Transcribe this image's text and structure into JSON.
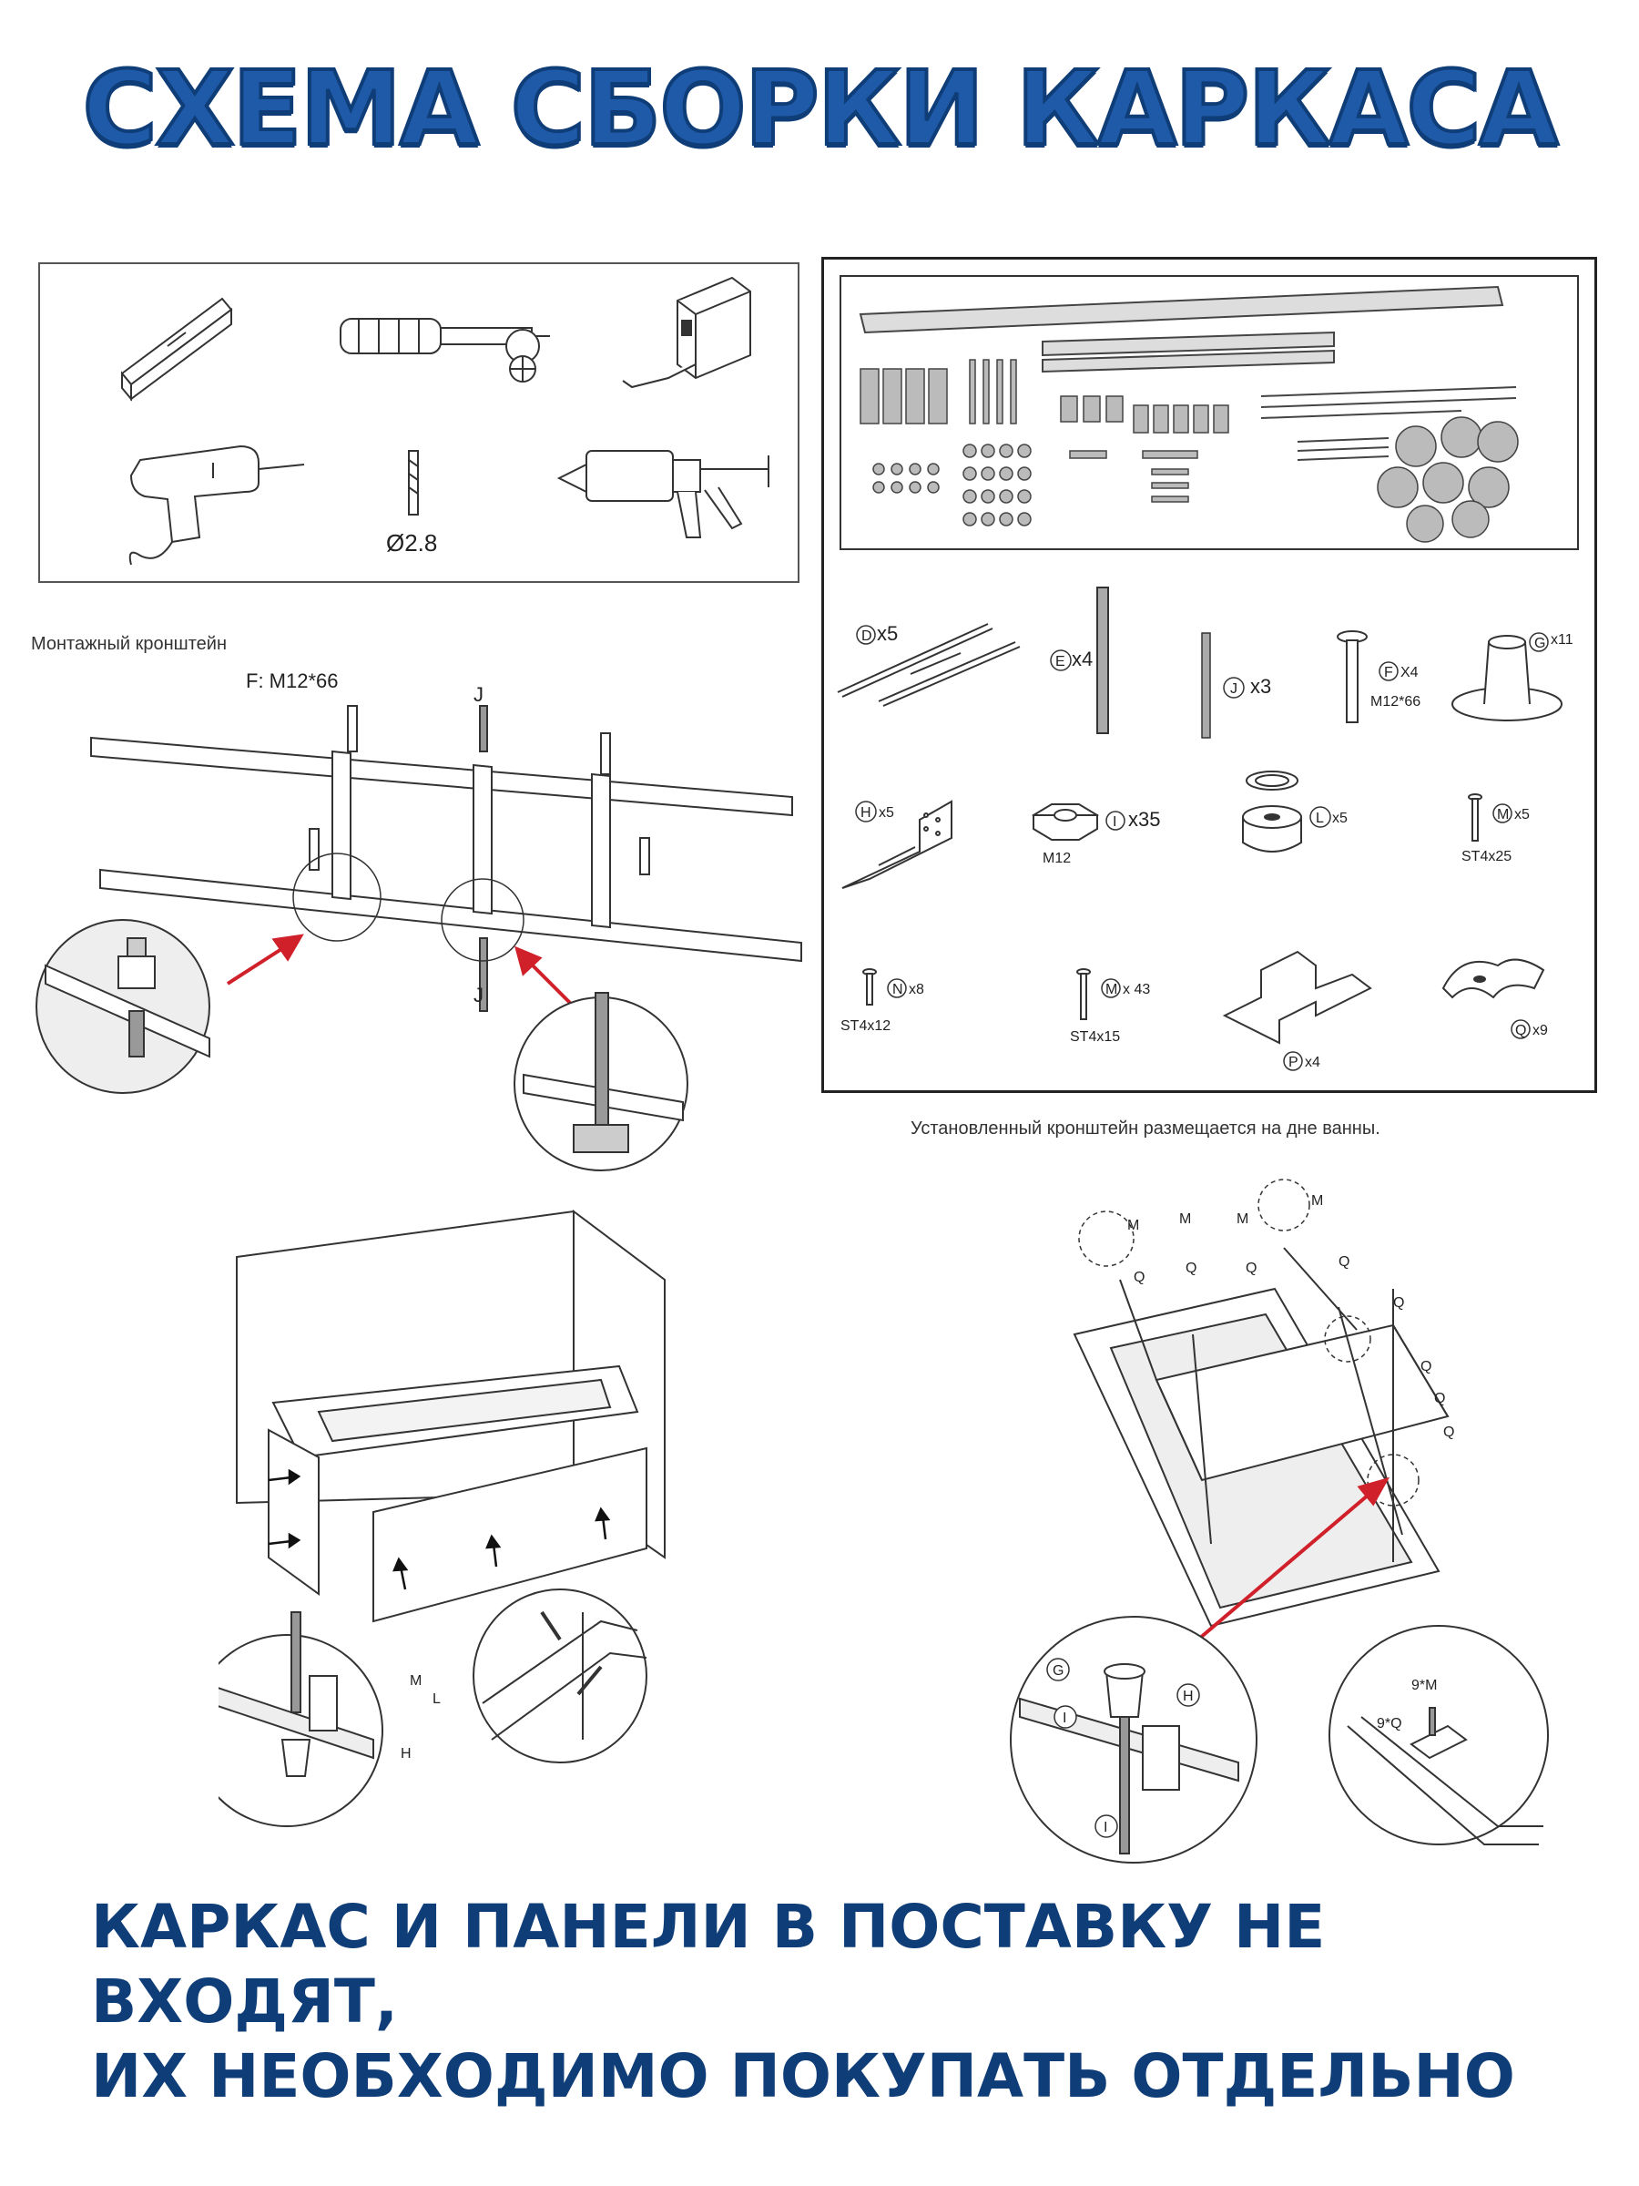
{
  "page": {
    "title": "СХЕМА СБОРКИ КАРКАСА",
    "footer_line1": "КАРКАС И ПАНЕЛИ В ПОСТАВКУ НЕ ВХОДЯТ,",
    "footer_line2": "ИХ НЕОБХОДИМО ПОКУПАТЬ ОТДЕЛЬНО"
  },
  "tools": {
    "drill_bit_label": "Ø2.8"
  },
  "bracket": {
    "caption": "Монтажный кронштейн",
    "bolt_label": "F: M12*66",
    "rod_label_top": "J",
    "rod_label_bottom": "J"
  },
  "parts": {
    "D": {
      "letter": "D",
      "qty": "x5"
    },
    "E": {
      "letter": "E",
      "qty": "x4"
    },
    "J": {
      "letter": "J",
      "qty": "x3"
    },
    "F": {
      "letter": "F",
      "qty": "X4",
      "spec": "M12*66"
    },
    "G": {
      "letter": "G",
      "qty": "x11"
    },
    "H": {
      "letter": "H",
      "qty": "x5"
    },
    "I": {
      "letter": "I",
      "qty": "x35",
      "spec": "M12"
    },
    "L": {
      "letter": "L",
      "qty": "x5"
    },
    "M1": {
      "letter": "M",
      "qty": "x5",
      "spec": "ST4x25"
    },
    "N": {
      "letter": "N",
      "qty": "x8",
      "spec": "ST4x12"
    },
    "M2": {
      "letter": "M",
      "qty": "x 43",
      "spec": "ST4x15"
    },
    "P": {
      "letter": "P",
      "qty": "x4"
    },
    "Q": {
      "letter": "Q",
      "qty": "x9"
    }
  },
  "installed": {
    "caption": "Установленный кронштейн размещается на дне ванны.",
    "m_label": "M",
    "q_label": "Q",
    "detail_g": "G",
    "detail_i": "I",
    "detail_h": "H",
    "detail_9m": "9*M",
    "detail_9q": "9*Q"
  },
  "panel": {
    "detail_m": "M",
    "detail_l": "L",
    "detail_h": "H"
  },
  "colors": {
    "title": "#1e5aa8",
    "title_outline": "#0f3d78",
    "footer": "#0f3d78",
    "arrow": "#d0202a",
    "line": "#333333"
  }
}
